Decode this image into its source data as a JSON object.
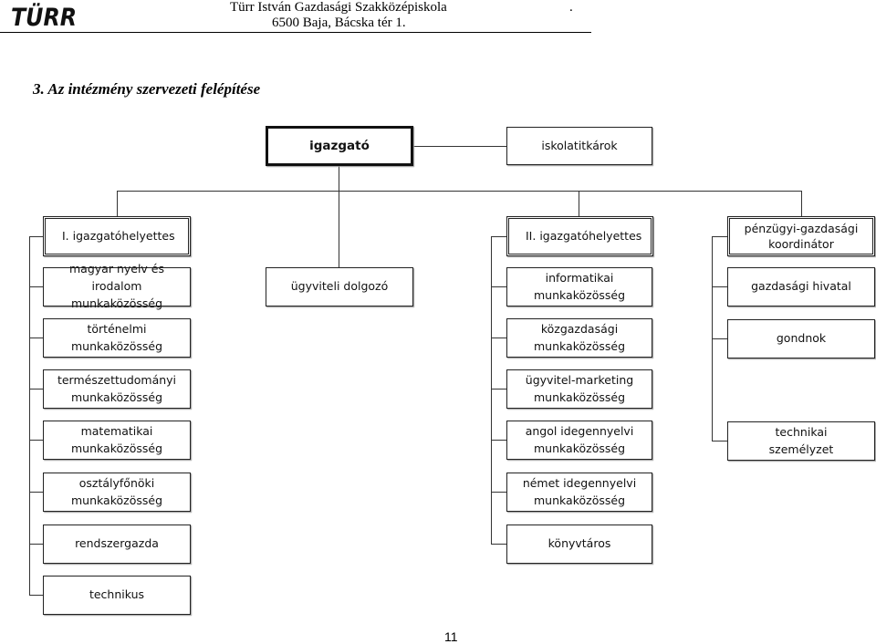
{
  "header": {
    "logo_text": "TÜRR",
    "school_name": "Türr István Gazdasági Szakközépiskola",
    "dot": ".",
    "address": "6500 Baja, Bácska tér 1."
  },
  "section_title": "3.  Az intézmény szervezeti felépítése",
  "org": {
    "director": "igazgató",
    "secretaries": "iskolatitkárok",
    "admin": "ügyviteli dolgozó",
    "deputy1": {
      "title": "I. igazgatóhelyettes",
      "units": [
        [
          "magyar nyelv és irodalom",
          "munkaközösség"
        ],
        [
          "történelmi",
          "munkaközösség"
        ],
        [
          "természettudományi",
          "munkaközösség"
        ],
        [
          "matematikai",
          "munkaközösség"
        ],
        [
          "osztályfőnöki",
          "munkaközösség"
        ],
        [
          "rendszergazda"
        ],
        [
          "technikus"
        ]
      ]
    },
    "deputy2": {
      "title": "II. igazgatóhelyettes",
      "units": [
        [
          "informatikai",
          "munkaközösség"
        ],
        [
          "közgazdasági",
          "munkaközösség"
        ],
        [
          "ügyvitel-marketing",
          "munkaközösség"
        ],
        [
          "angol idegennyelvi",
          "munkaközösség"
        ],
        [
          "német idegennyelvi",
          "munkaközösség"
        ],
        [
          "könyvtáros"
        ]
      ]
    },
    "finance": {
      "title": [
        "pénzügyi-gazdasági",
        "koordinátor"
      ],
      "units": [
        [
          "gazdasági hivatal"
        ],
        [
          "gondnok"
        ],
        [
          "technikai",
          "személyzet"
        ]
      ]
    }
  },
  "page_number": "11"
}
